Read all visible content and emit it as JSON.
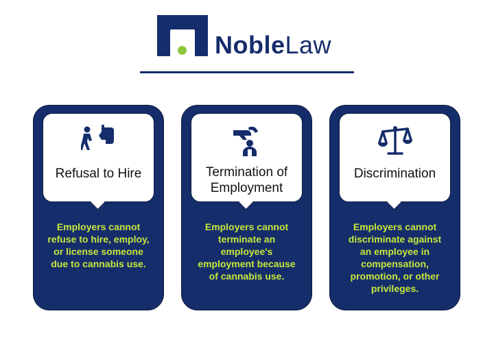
{
  "brand": {
    "name_bold": "Noble",
    "name_light": "Law"
  },
  "colors": {
    "navy": "#162d6b",
    "accent_green": "#8dc63f",
    "body_text": "#c5e83c"
  },
  "cards": [
    {
      "icon": "refusal-hand-icon",
      "title": "Refusal to Hire",
      "body": "Employers cannot refuse to hire, employ, or license someone due to cannabis use."
    },
    {
      "icon": "termination-hand-icon",
      "title": "Termination of Employment",
      "body": "Employers cannot terminate an employee's employment because of cannabis use."
    },
    {
      "icon": "scales-icon",
      "title": "Discrimination",
      "body": "Employers cannot discriminate against an employee in compensation, promotion, or other privileges."
    }
  ]
}
